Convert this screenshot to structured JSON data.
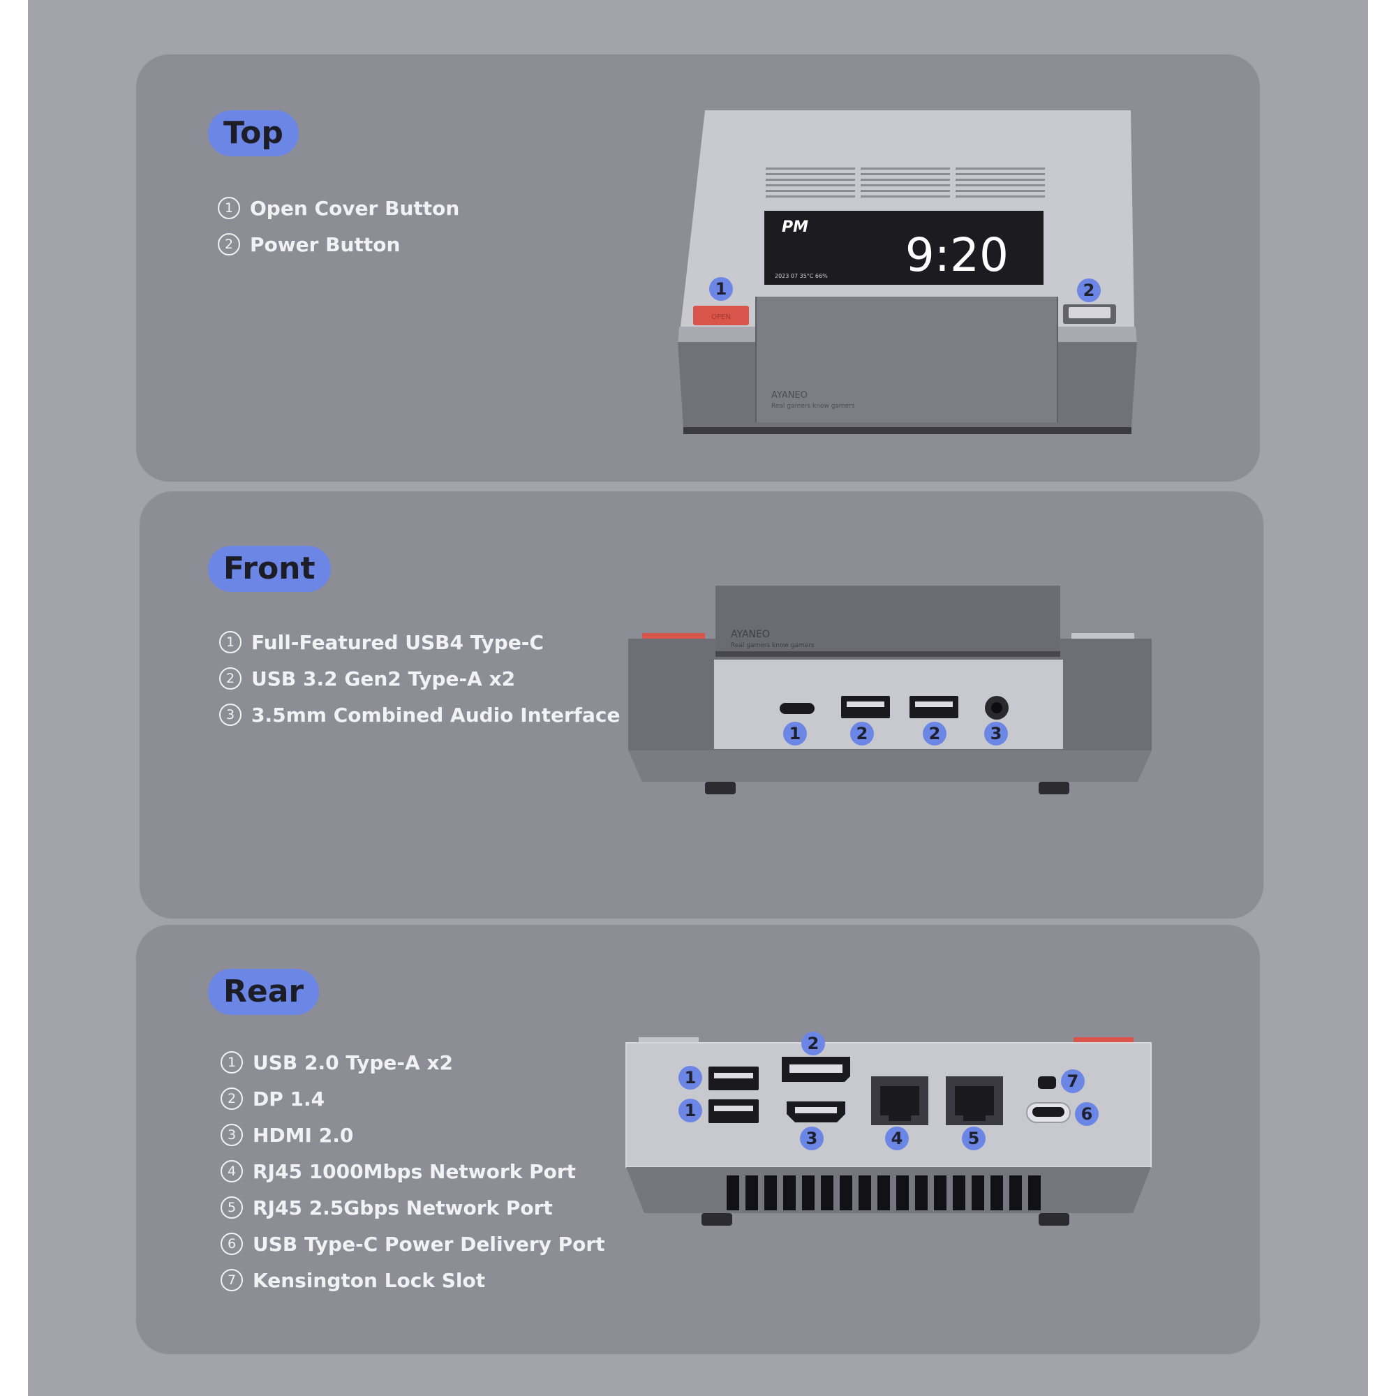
{
  "sections": [
    {
      "label": "Top",
      "items": [
        {
          "num": "1",
          "label": "Open Cover Button"
        },
        {
          "num": "2",
          "label": "Power Button"
        }
      ],
      "badges": [
        "1",
        "2"
      ],
      "device": {
        "period": "PM",
        "time": "9:20",
        "status": "2023 07   35°C  66%",
        "button_text": "OPEN",
        "brand": "AYANEO",
        "tagline": "Real gamers know gamers"
      }
    },
    {
      "label": "Front",
      "items": [
        {
          "num": "1",
          "label": "Full-Featured USB4 Type-C"
        },
        {
          "num": "2",
          "label": "USB 3.2 Gen2 Type-A x2"
        },
        {
          "num": "3",
          "label": "3.5mm Combined Audio Interface"
        }
      ],
      "badges": [
        "1",
        "2",
        "2",
        "3"
      ],
      "device": {
        "brand": "AYANEO",
        "tagline": "Real gamers know gamers"
      }
    },
    {
      "label": "Rear",
      "items": [
        {
          "num": "1",
          "label": "USB 2.0 Type-A x2"
        },
        {
          "num": "2",
          "label": "DP 1.4"
        },
        {
          "num": "3",
          "label": "HDMI 2.0"
        },
        {
          "num": "4",
          "label": "RJ45 1000Mbps Network Port"
        },
        {
          "num": "5",
          "label": "RJ45 2.5Gbps Network Port"
        },
        {
          "num": "6",
          "label": "USB Type-C Power Delivery Port"
        },
        {
          "num": "7",
          "label": "Kensington Lock Slot"
        }
      ],
      "badges": [
        "1",
        "1",
        "2",
        "3",
        "4",
        "5",
        "6",
        "7"
      ]
    }
  ],
  "colors": {
    "page": "#a3a3ab",
    "panel": "#8d8d95",
    "accent": "#6c86e6",
    "red_button": "#d9544a"
  }
}
